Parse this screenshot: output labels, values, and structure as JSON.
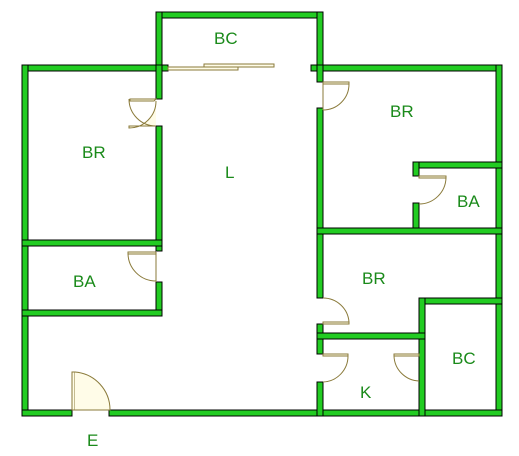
{
  "colors": {
    "wall": "#22cc22",
    "wall_edge": "#000000",
    "label": "#1a8a1a",
    "door_line": "#8a7a3a",
    "door_fill": "#fffce8"
  },
  "rooms": {
    "bc_top": "BC",
    "br_left": "BR",
    "living": "L",
    "br_right_top": "BR",
    "ba_right": "BA",
    "ba_left": "BA",
    "br_right_mid": "BR",
    "bc_right": "BC",
    "kitchen": "K",
    "entry": "E"
  }
}
